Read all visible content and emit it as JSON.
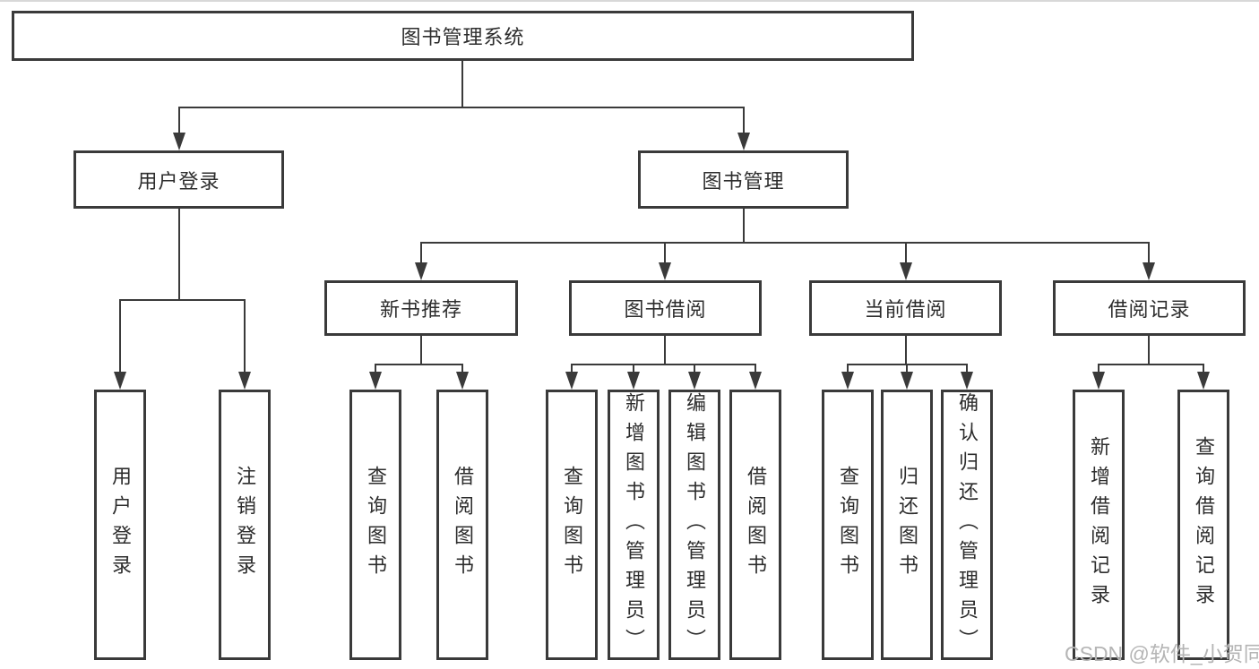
{
  "diagram_type": "hierarchy-tree",
  "colors": {
    "line": "#3a3a3a",
    "box_border": "#3a3a3a",
    "text": "#2d2d2d",
    "background": "#ffffff",
    "watermark": "#b5b5b5"
  },
  "watermark": {
    "text": "CSDN @软件_小贺同学"
  },
  "tree": {
    "label": "图书管理系统",
    "children": [
      {
        "label": "用户登录",
        "children": [
          {
            "label": "用户登录"
          },
          {
            "label": "注销登录"
          }
        ]
      },
      {
        "label": "图书管理",
        "children": [
          {
            "label": "新书推荐",
            "children": [
              {
                "label": "查询图书"
              },
              {
                "label": "借阅图书"
              }
            ]
          },
          {
            "label": "图书借阅",
            "children": [
              {
                "label": "查询图书"
              },
              {
                "label": "新增图书（管理员）"
              },
              {
                "label": "编辑图书（管理员）"
              },
              {
                "label": "借阅图书"
              }
            ]
          },
          {
            "label": "当前借阅",
            "children": [
              {
                "label": "查询图书"
              },
              {
                "label": "归还图书"
              },
              {
                "label": "确认归还（管理员）"
              }
            ]
          },
          {
            "label": "借阅记录",
            "children": [
              {
                "label": "新增借阅记录"
              },
              {
                "label": "查询借阅记录"
              }
            ]
          }
        ]
      }
    ]
  }
}
